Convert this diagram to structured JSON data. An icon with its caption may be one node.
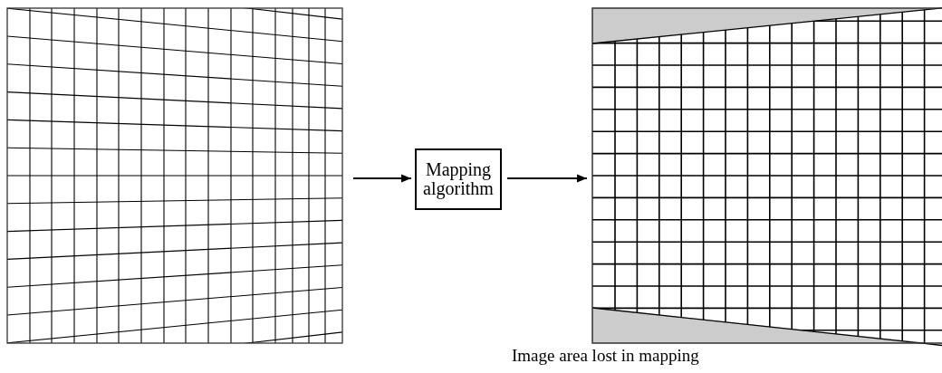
{
  "diagram": {
    "nodes": [
      {
        "text": [],
        "shape": "grid"
      },
      {
        "text": [
          "Mapping algorithm"
        ]
      },
      {
        "text": [],
        "shape": "grid"
      }
    ],
    "edges": [
      {
        "from": 0,
        "to": 1,
        "arrow": "to"
      },
      {
        "from": 1,
        "to": 2,
        "arrow": "to"
      }
    ],
    "labels": [
      "Image area lost in mapping"
    ]
  }
}
